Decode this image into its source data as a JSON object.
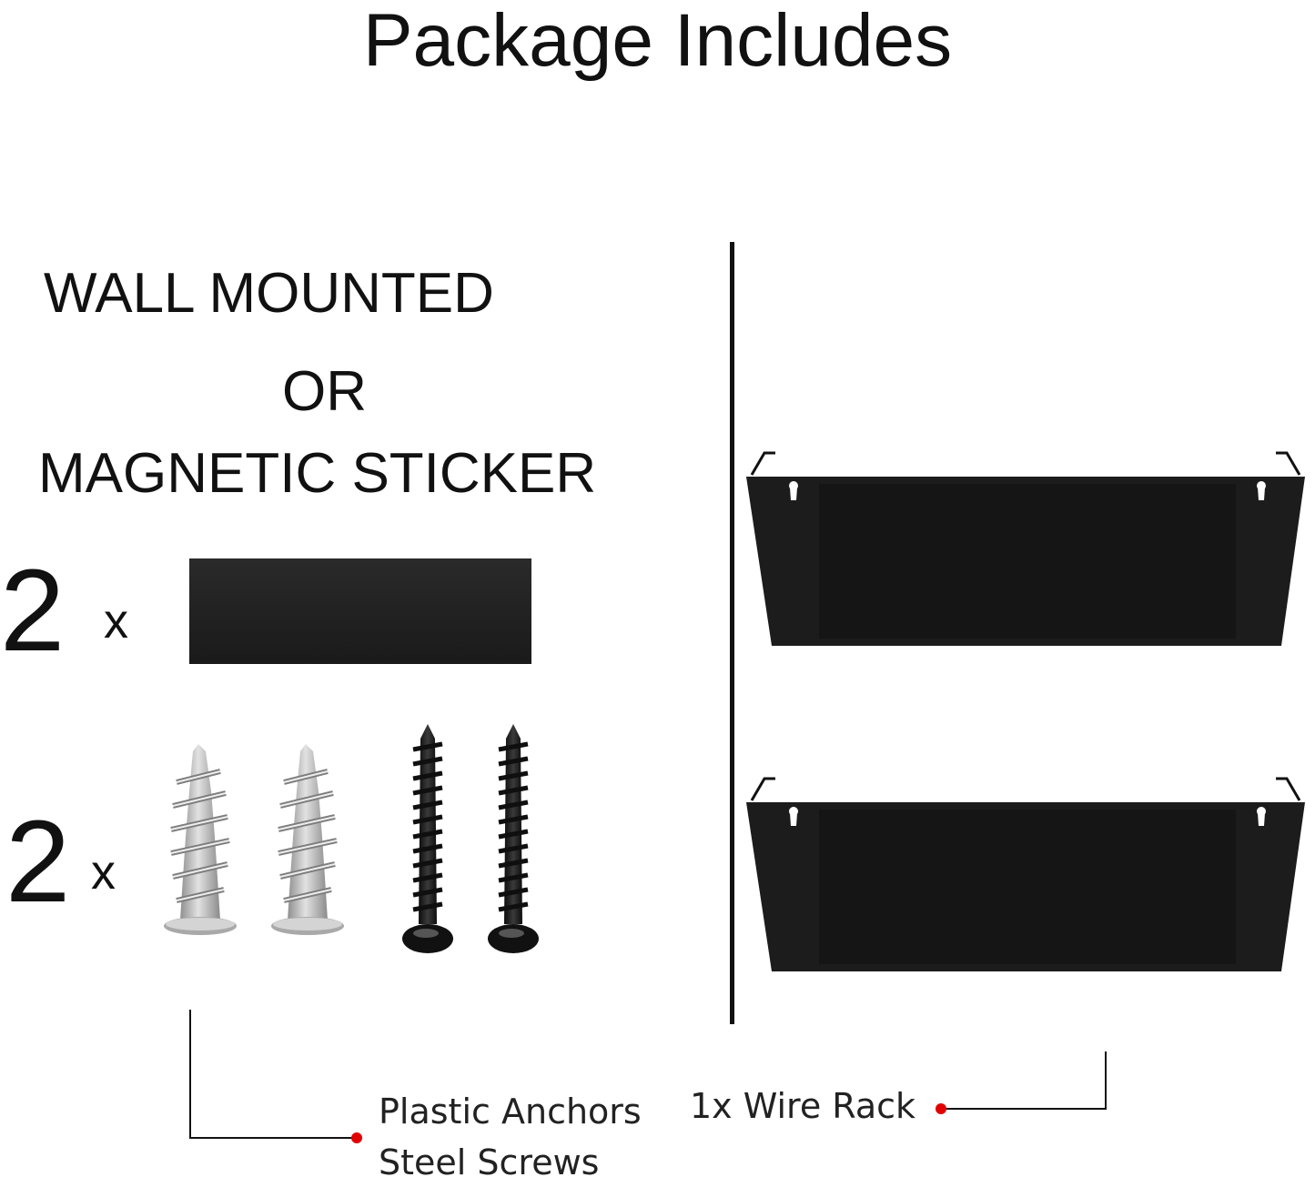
{
  "title": "Package Includes",
  "mounting": {
    "line1": "WALL MOUNTED",
    "line2": "OR",
    "line3": "MAGNETIC STICKER"
  },
  "items": {
    "magnetic": {
      "count": "2",
      "times": "x"
    },
    "hardware": {
      "count": "2",
      "times": "x"
    }
  },
  "labels": {
    "anchors": "Plastic Anchors",
    "screws": "Steel Screws",
    "rack": "1x Wire Rack"
  },
  "colors": {
    "text": "#111111",
    "callout_dot": "#e00000",
    "rack_black": "#1c1c1c",
    "anchor_silver": "#b5b5b5",
    "screw_black": "#161616"
  }
}
